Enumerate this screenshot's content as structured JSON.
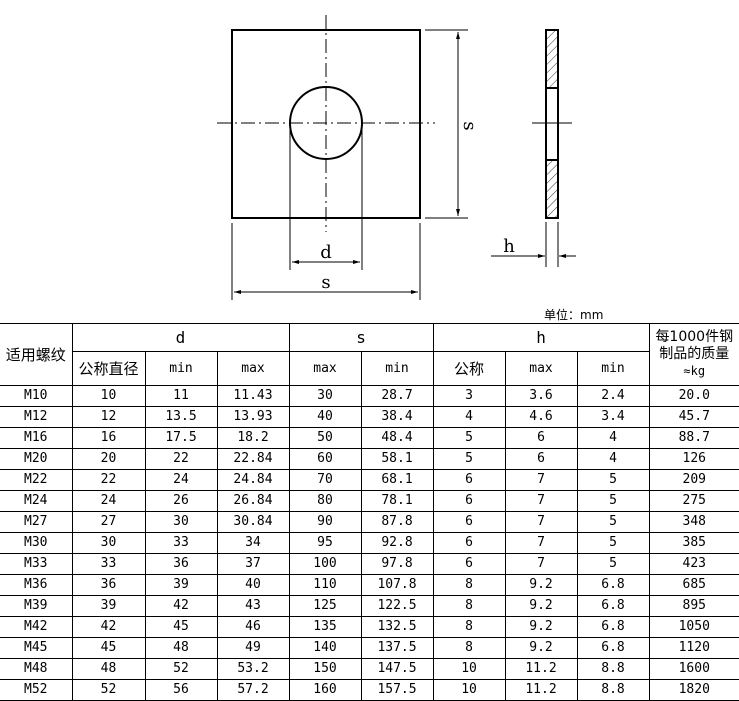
{
  "drawing": {
    "labels": {
      "d": "d",
      "s_horizontal": "s",
      "s_vertical": "s",
      "h": "h"
    }
  },
  "unit_note": "单位：mm",
  "table": {
    "headers": {
      "thread": "适用螺纹",
      "d_group": "d",
      "s_group": "s",
      "h_group": "h",
      "mass_line1": "每1000件钢",
      "mass_line2": "制品的质量",
      "mass_line3": "≈kg",
      "d_nominal": "公称直径",
      "d_min": "min",
      "d_max": "max",
      "s_max": "max",
      "s_min": "min",
      "h_nominal": "公称",
      "h_max": "max",
      "h_min": "min"
    },
    "rows": [
      {
        "thread": "M10",
        "d_nom": "10",
        "d_min": "11",
        "d_max": "11.43",
        "s_max": "30",
        "s_min": "28.7",
        "h_nom": "3",
        "h_max": "3.6",
        "h_min": "2.4",
        "mass": "20.0"
      },
      {
        "thread": "M12",
        "d_nom": "12",
        "d_min": "13.5",
        "d_max": "13.93",
        "s_max": "40",
        "s_min": "38.4",
        "h_nom": "4",
        "h_max": "4.6",
        "h_min": "3.4",
        "mass": "45.7"
      },
      {
        "thread": "M16",
        "d_nom": "16",
        "d_min": "17.5",
        "d_max": "18.2",
        "s_max": "50",
        "s_min": "48.4",
        "h_nom": "5",
        "h_max": "6",
        "h_min": "4",
        "mass": "88.7"
      },
      {
        "thread": "M20",
        "d_nom": "20",
        "d_min": "22",
        "d_max": "22.84",
        "s_max": "60",
        "s_min": "58.1",
        "h_nom": "5",
        "h_max": "6",
        "h_min": "4",
        "mass": "126"
      },
      {
        "thread": "M22",
        "d_nom": "22",
        "d_min": "24",
        "d_max": "24.84",
        "s_max": "70",
        "s_min": "68.1",
        "h_nom": "6",
        "h_max": "7",
        "h_min": "5",
        "mass": "209"
      },
      {
        "thread": "M24",
        "d_nom": "24",
        "d_min": "26",
        "d_max": "26.84",
        "s_max": "80",
        "s_min": "78.1",
        "h_nom": "6",
        "h_max": "7",
        "h_min": "5",
        "mass": "275"
      },
      {
        "thread": "M27",
        "d_nom": "27",
        "d_min": "30",
        "d_max": "30.84",
        "s_max": "90",
        "s_min": "87.8",
        "h_nom": "6",
        "h_max": "7",
        "h_min": "5",
        "mass": "348"
      },
      {
        "thread": "M30",
        "d_nom": "30",
        "d_min": "33",
        "d_max": "34",
        "s_max": "95",
        "s_min": "92.8",
        "h_nom": "6",
        "h_max": "7",
        "h_min": "5",
        "mass": "385"
      },
      {
        "thread": "M33",
        "d_nom": "33",
        "d_min": "36",
        "d_max": "37",
        "s_max": "100",
        "s_min": "97.8",
        "h_nom": "6",
        "h_max": "7",
        "h_min": "5",
        "mass": "423"
      },
      {
        "thread": "M36",
        "d_nom": "36",
        "d_min": "39",
        "d_max": "40",
        "s_max": "110",
        "s_min": "107.8",
        "h_nom": "8",
        "h_max": "9.2",
        "h_min": "6.8",
        "mass": "685"
      },
      {
        "thread": "M39",
        "d_nom": "39",
        "d_min": "42",
        "d_max": "43",
        "s_max": "125",
        "s_min": "122.5",
        "h_nom": "8",
        "h_max": "9.2",
        "h_min": "6.8",
        "mass": "895"
      },
      {
        "thread": "M42",
        "d_nom": "42",
        "d_min": "45",
        "d_max": "46",
        "s_max": "135",
        "s_min": "132.5",
        "h_nom": "8",
        "h_max": "9.2",
        "h_min": "6.8",
        "mass": "1050"
      },
      {
        "thread": "M45",
        "d_nom": "45",
        "d_min": "48",
        "d_max": "49",
        "s_max": "140",
        "s_min": "137.5",
        "h_nom": "8",
        "h_max": "9.2",
        "h_min": "6.8",
        "mass": "1120"
      },
      {
        "thread": "M48",
        "d_nom": "48",
        "d_min": "52",
        "d_max": "53.2",
        "s_max": "150",
        "s_min": "147.5",
        "h_nom": "10",
        "h_max": "11.2",
        "h_min": "8.8",
        "mass": "1600"
      },
      {
        "thread": "M52",
        "d_nom": "52",
        "d_min": "56",
        "d_max": "57.2",
        "s_max": "160",
        "s_min": "157.5",
        "h_nom": "10",
        "h_max": "11.2",
        "h_min": "8.8",
        "mass": "1820"
      }
    ]
  }
}
